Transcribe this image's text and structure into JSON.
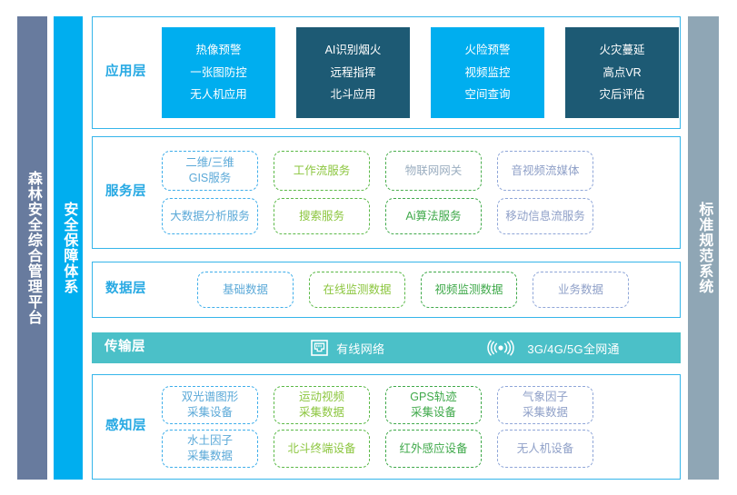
{
  "colors": {
    "accent_blue": "#00AEEF",
    "dark_teal": "#1D5A74",
    "slate": "#687B9E",
    "blue_grey": "#8FA6B5",
    "transmission_teal": "#4BC0C8",
    "label_blue": "#27A9E3",
    "chip_green": "#8CC63F",
    "chip_blue": "#5BA9D8"
  },
  "pillars": {
    "left": {
      "title": "森林安全综合管理平台",
      "name": "platform-pillar"
    },
    "middle": {
      "title": "安全保障体系",
      "name": "security-pillar"
    },
    "right": {
      "title": "标准规范系统",
      "name": "standard-pillar"
    }
  },
  "layers": {
    "application": {
      "label": "应用层",
      "cards": [
        {
          "style": "blue",
          "lines": [
            "热像预警",
            "一张图防控",
            "无人机应用"
          ]
        },
        {
          "style": "dark",
          "lines": [
            "AI识别烟火",
            "远程指挥",
            "北斗应用"
          ]
        },
        {
          "style": "blue",
          "lines": [
            "火险预警",
            "视频监控",
            "空间查询"
          ]
        },
        {
          "style": "dark",
          "lines": [
            "火灾蔓延",
            "高点VR",
            "灾后评估"
          ]
        }
      ]
    },
    "service": {
      "label": "服务层",
      "rows": [
        [
          {
            "style": "blue",
            "lines": [
              "二维/三维",
              "GIS服务"
            ]
          },
          {
            "style": "green",
            "lines": [
              "工作流服务"
            ]
          },
          {
            "style": "green-grey",
            "lines": [
              "物联网网关"
            ]
          },
          {
            "style": "blue-violet",
            "lines": [
              "音视频流媒体"
            ]
          }
        ],
        [
          {
            "style": "blue",
            "lines": [
              "大数据分析服务"
            ]
          },
          {
            "style": "green",
            "lines": [
              "搜索服务"
            ]
          },
          {
            "style": "green-dark",
            "lines": [
              "Ai算法服务"
            ]
          },
          {
            "style": "blue-violet",
            "lines": [
              "移动信息流服务"
            ]
          }
        ]
      ]
    },
    "data": {
      "label": "数据层",
      "chips": [
        {
          "style": "blue",
          "lines": [
            "基础数据"
          ]
        },
        {
          "style": "green",
          "lines": [
            "在线监测数据"
          ]
        },
        {
          "style": "green-dark",
          "lines": [
            "视频监测数据"
          ]
        },
        {
          "style": "blue-violet",
          "lines": [
            "业务数据"
          ]
        }
      ]
    },
    "transmission": {
      "label": "传输层",
      "items": [
        {
          "icon": "ethernet-port-icon",
          "label": "有线网络"
        },
        {
          "icon": "wireless-signal-icon",
          "label": "3G/4G/5G全网通"
        }
      ]
    },
    "perception": {
      "label": "感知层",
      "rows": [
        [
          {
            "style": "blue",
            "lines": [
              "双光谱图形",
              "采集设备"
            ]
          },
          {
            "style": "green",
            "lines": [
              "运动视频",
              "采集数据"
            ]
          },
          {
            "style": "green-dark",
            "lines": [
              "GPS轨迹",
              "采集设备"
            ]
          },
          {
            "style": "blue-violet",
            "lines": [
              "气象因子",
              "采集数据"
            ]
          }
        ],
        [
          {
            "style": "blue",
            "lines": [
              "水土因子",
              "采集数据"
            ]
          },
          {
            "style": "green",
            "lines": [
              "北斗终端设备"
            ]
          },
          {
            "style": "green-dark",
            "lines": [
              "红外感应设备"
            ]
          },
          {
            "style": "blue-violet",
            "lines": [
              "无人机设备"
            ]
          }
        ]
      ]
    }
  }
}
